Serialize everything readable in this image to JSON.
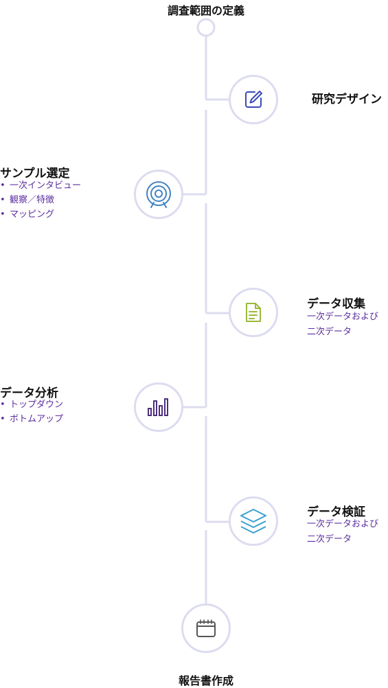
{
  "start": {
    "title": "調査範囲の定義"
  },
  "steps": [
    {
      "title": "研究デザイン",
      "icon": "edit-icon",
      "color": "#3b49b8"
    },
    {
      "title": "サンプル選定",
      "icon": "target-icon",
      "color": "#3f83c1",
      "bullets": [
        "一次インタビュー",
        "観察／特徴",
        "マッピング"
      ]
    },
    {
      "title": "データ収集",
      "icon": "document-icon",
      "color": "#9ab83a",
      "sub": [
        "一次データおよび",
        "二次データ"
      ]
    },
    {
      "title": "データ分析",
      "icon": "bar-chart-icon",
      "color": "#4c2e80",
      "bullets": [
        "トップダウン",
        "ボトムアップ"
      ]
    },
    {
      "title": "データ検証",
      "icon": "layers-icon",
      "color": "#3aa0d2",
      "sub": [
        "一次データおよび",
        "二次データ"
      ]
    }
  ],
  "end": {
    "title": "報告書作成",
    "icon": "calendar-icon"
  },
  "bullet_glyph": "•",
  "line_color": "#dcdcf0"
}
